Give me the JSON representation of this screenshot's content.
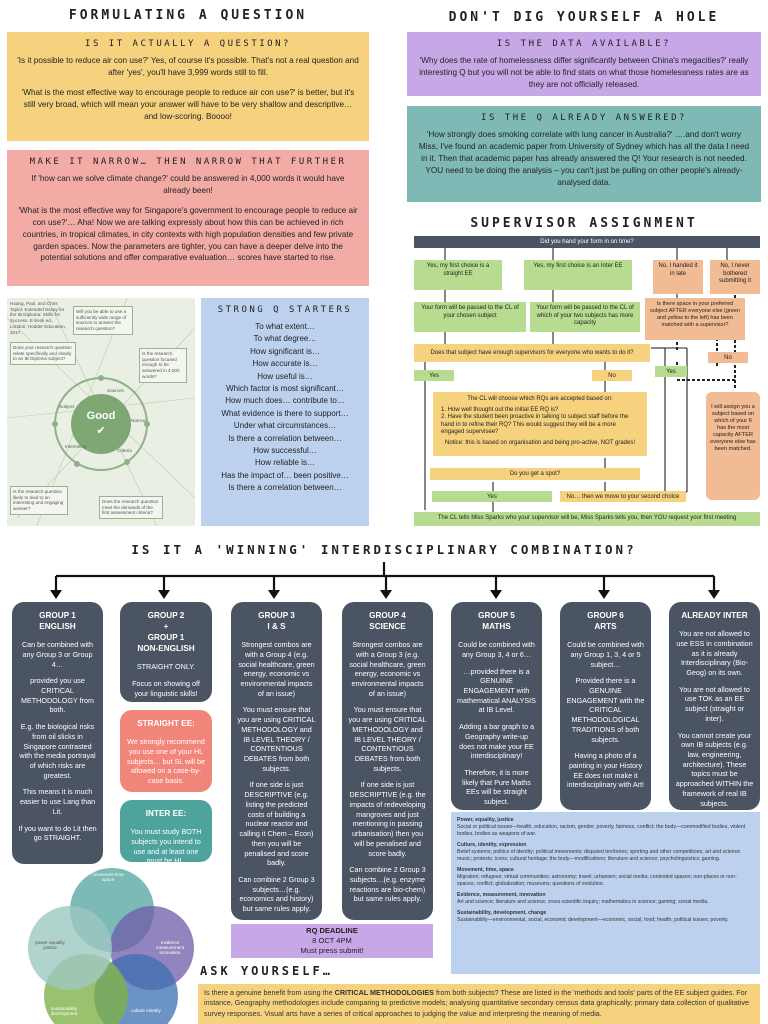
{
  "left_title": "FORMULATING A QUESTION",
  "right_title": "DON'T DIG YOURSELF A HOLE",
  "box_question": {
    "title": "IS IT ACTUALLY A QUESTION?",
    "p1": "'Is it possible to reduce air con use?' Yes, of course it's possible. That's not a real question and after 'yes', you'll have 3,999 words still to fill.",
    "p2": "'What is the most effective way to encourage people to reduce air con use?' is better, but it's still very broad, which will mean your answer will have to be very shallow and descriptive… and low-scoring. Boooo!"
  },
  "box_narrow": {
    "title": "MAKE IT NARROW… THEN NARROW THAT FURTHER",
    "p1": "If 'how can we solve climate change?' could be answered in 4,000 words it would have already been!",
    "p2": "'What is the most effective way for Singapore's government to encourage people to reduce air con use?'… Aha! Now we are talking expressly about how this can be achieved in rich countries, in tropical climates, in city contexts with high population densities and few private garden spaces. Now the parameters are tighter, you can have a deeper delve into the potential solutions and offer comparative evaluation… scores have started to rise."
  },
  "box_data": {
    "title": "IS THE DATA AVAILABLE?",
    "p1": "'Why does the rate of homelessness differ significantly between China's megacities?' really interesting Q but you will not be able to find stats on what those homelessness rates are as they are not officially released."
  },
  "box_answered": {
    "title": "IS THE Q ALREADY ANSWERED?",
    "p1": "'How strongly does smoking correlate with lung cancer in Australia?' ….and don't worry Miss, I've found an academic paper from University of Sydney which has all the data I need in it. Then that academic paper has already answered the Q! Your research is not needed. YOU need to be doing the analysis – you can't just be pulling on other people's already-analysed data."
  },
  "diagram": {
    "note_tl": "Hoang, Paul, and Chris Taylor. Extended Essay for the IB Diploma: Skills for Success. E-book ed., London: Hodder Education, 2017.",
    "note_tr": "Will you be able to use a sufficiently wide range of sources to answer the research question?",
    "note_ml": "Does your research question relate specifically and clearly to an IB Diploma subject?",
    "note_mr": "Is the research question focused enough to be answered in 4,000 words?",
    "note_bl": "Is the research question likely to lead to an interesting and engaging answer?",
    "note_bm": "Does the research question meet the demands of the first assessment criteria?",
    "center": "Good",
    "check": "✔",
    "labels": [
      "Sources",
      "Subject",
      "Narrow",
      "Interesting",
      "Criteria"
    ]
  },
  "starters": {
    "title": "STRONG Q STARTERS",
    "items": [
      "To what extent…",
      "To what degree…",
      "How significant is…",
      "How accurate is…",
      "How useful is…",
      "Which factor is most significant…",
      "How much does… contribute to…",
      "What evidence is there to support…",
      "Under what circumstances…",
      "Is there a correlation between…",
      "How successful…",
      "How reliable is…",
      "Has the impact of… been positive…",
      "Is there a correlation between…"
    ]
  },
  "supervisor": {
    "title": "SUPERVISOR ASSIGNMENT",
    "top": "Did you hand your form in on time?",
    "g1": "Yes, my first choice is a straight EE",
    "g2": "Yes, my first choice is an Inter EE",
    "o1": "No, I handed it in late",
    "o2": "No, I never bothered submitting it",
    "g3": "Your form will be passed to the CL of your chosen subject",
    "g4": "Your form will be passed to the CL of which of your two subjects has more capacity",
    "o3": "Is there space in your preferred subject AFTER everyone else (green and yellow to the left) has been matched with a supervisor?",
    "y1": "Does that subject have enough supervisors for everyone who wants to do it?",
    "yes1": "Yes",
    "no1": "No",
    "yes2": "Yes",
    "no2": "No",
    "crit_title": "The CL will choose which RQs are accepted based on:",
    "crit1": "1.   How well thought out the initial EE RQ is?",
    "crit2": "2.   Have the student been proactive in talking to subject staff before the hand in to refine their RQ? This would suggest they will be a more engaged supervisee?",
    "crit_note": "Notice: this is based on organisation and being pro-active, NOT grades!",
    "spot": "Do you get a spot?",
    "yes3": "Yes",
    "no3": "No… then we move to your second choice",
    "assign": "I will assign you a subject based on which of your 6 has the most capacity AFTER everyone else has been matched.",
    "bottom": "The CL tells Miss Sparks who your supervisor will be, Miss Sparks tells you, then YOU request your first meeting"
  },
  "winning_title": "IS IT A 'WINNING' INTERDISCIPLINARY COMBINATION?",
  "groups": [
    {
      "title": "GROUP 1\nENGLISH",
      "paras": [
        "Can be combined with any Group 3 or Group 4…",
        "provided you use CRITICAL METHODOLOGY from both.",
        "E.g. the biological risks from oil slicks in Singapore contrasted with the media portrayal of which risks are greatest.",
        "This means it is much easier to use Lang than Lit.",
        "If you want to do Lit then go STRAIGHT."
      ]
    },
    {
      "title": "GROUP 2\n+\nGROUP 1\nNON-ENGLISH",
      "paras": [
        "STRAIGHT ONLY.",
        "Focus on showing off your linguistic skills!"
      ]
    },
    {
      "title": "GROUP 3\nI & S",
      "paras": [
        "Strongest combos are with a Group 4 (e.g. social healthcare, green energy, economic vs environmental impacts of an issue)",
        "You must ensure that you are using CRITICAL METHODOLOGY and IB LEVEL THEORY / CONTENTIOUS DEBATES from both subjects.",
        "If one side is just DESCRIPTIVE (e.g. listing the predicted costs of building a nuclear reactor and calling it Chem – Econ) then you will be penalised and score badly.",
        "Can combine 2 Group 3 subjects…(e.g. economics and history) but same rules apply."
      ]
    },
    {
      "title": "GROUP 4\nSCIENCE",
      "paras": [
        "Strongest combos are with a Group 3 (e.g. social healthcare, green energy, economic vs environmental impacts of an issue)",
        "You must ensure that you are using CRITICAL METHODOLOGY and IB LEVEL THEORY / CONTENTIOUS DEBATES from both subjects.",
        "If one side is just DESCRIPTIVE (e.g. the impacts of redeveloping mangroves and just mentioning in passing urbanisation) then you will be penalised and score badly.",
        "Can combine 2 Group 3 subjects…(e.g. enzyme reactions are bio-chem) but same rules apply."
      ]
    },
    {
      "title": "GROUP 5\nMATHS",
      "paras": [
        "Could be combined with any Group 3, 4 or 6…",
        "…provided there is a GENUINE ENGAGEMENT with mathematical ANALYSIS at IB Level.",
        "Adding a bar graph to a Geography write-up does not make your EE interdisciplinary!",
        "Therefore, it is more likely that Pure Maths EEs will be straight subject."
      ]
    },
    {
      "title": "GROUP 6\nARTS",
      "paras": [
        "Could be combined with any Group 1, 3, 4 or 5 subject…",
        "Provided there is a GENUINE ENGAGEMENT with the CRITICAL METHODOLOGICAL TRADITIONS of both subjects.",
        "Having a photo of a painting in your History EE does not make it interdisciplinary with Art!"
      ]
    },
    {
      "title": "ALREADY INTER",
      "paras": [
        "You are not allowed to use ESS in combination as it is already Interdisciplinary (Bio-Geog) on its own.",
        "You are not allowed to use TOK as an EE subject (straight or inter).",
        "You cannot create your own IB subjects (e.g. law, engineering, architecture). These topics must be approached WITHIN the framework of real IB subjects."
      ]
    }
  ],
  "straight": {
    "title": "STRAIGHT EE:",
    "text": "We strongly recommend you use one of your HL subjects… but SL will be allowed on a case-by-case basis."
  },
  "inter": {
    "title": "INTER EE:",
    "text": "You must study BOTH subjects you intend to use and at least one must be HL."
  },
  "deadline": {
    "title": "RQ DEADLINE",
    "date": "8 OCT 4PM",
    "note": "Must press submit!"
  },
  "themes": [
    {
      "h": "Power, equality, justice",
      "t": "Social or political issues—health, education, racism, gender, poverty, fairness, conflict; the body—commodified bodies, violent bodies, bodies as weapons of war."
    },
    {
      "h": "Culture, identity, expression",
      "t": "Belief systems; politics of identity; political movements; disputed territories; sporting and other competitions; art and science music; protests; icons; cultural heritage; the body—modifications; literature and science; psycholinguistics; gaming."
    },
    {
      "h": "Movement, time, space",
      "t": "Migration; refugees; virtual communities; astronomy; travel; urbanism; social media; contested spaces; non-places or non-spaces; conflict; globalization; museums; questions of evolution."
    },
    {
      "h": "Evidence, measurement, innovation",
      "t": "Art and science; literature and science; cross-scientific inquiry; mathematics in science; gaming; social media."
    },
    {
      "h": "Sustainability, development, change",
      "t": "Sustainability—environmental, social, economic development—economic, social, food; health; political issues; poverty."
    }
  ],
  "venn": [
    "movement time space",
    "evidence measurement innovation",
    "culture identity",
    "sustainability development",
    "power equality justice"
  ],
  "ask": {
    "title": "ASK YOURSELF…",
    "pre": "Is there a genuine benefit from using the ",
    "strong": "CRITICAL METHODOLOGIES",
    "post": " from both subjects? These are listed in the 'methods and tools' parts of the EE subject guides. For instance, Geography methodologies include comparing to predictive models; analysing quantitative secondary census data graphically; primary data collection of qualitative survey responses. Visual arts have a series of critical approaches to judging the value and interpreting the meaning of media."
  },
  "colors": {
    "yellow": "#f7d27e",
    "pink": "#f3aba6",
    "purple": "#c8a7e6",
    "teal": "#7fb9b6",
    "blue": "#bcd1ee",
    "grey": "#4b5463",
    "green": "#b7dc8f",
    "orange": "#f1bb94",
    "salmon": "#f2857a",
    "teal_card": "#4fa39d"
  }
}
